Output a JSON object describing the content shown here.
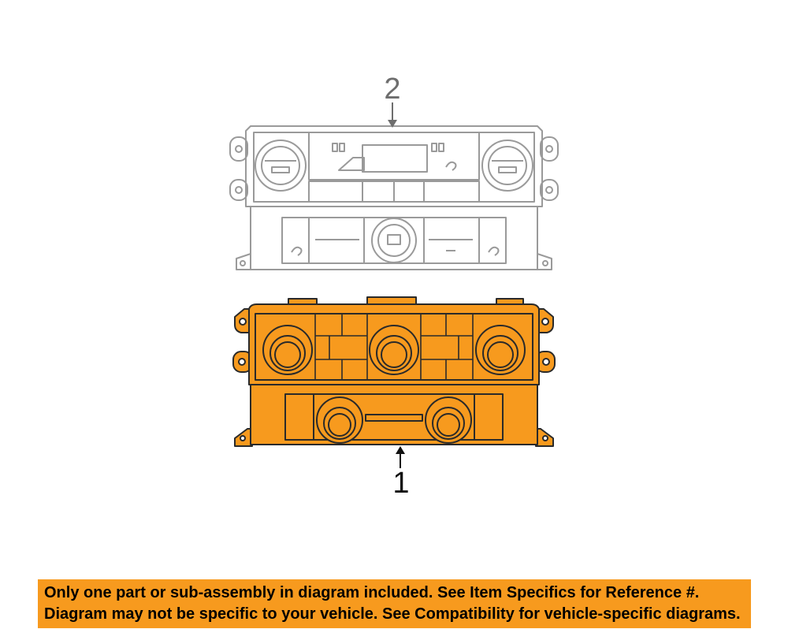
{
  "callouts": {
    "part_1": "1",
    "part_2": "2"
  },
  "banner": {
    "line1": "Only one part or sub-assembly in diagram included. See Item Specifics for Reference #.",
    "line2": "Diagram may not be specific to your vehicle. See Compatibility for vehicle-specific diagrams."
  },
  "colors": {
    "highlight_part": "#f79a1e",
    "banner_background": "#f79a1e",
    "ghost_part_stroke": "#9a9a9a"
  }
}
